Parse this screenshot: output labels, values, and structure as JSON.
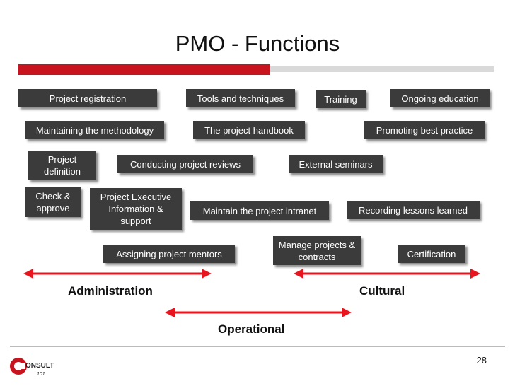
{
  "slide": {
    "title": "PMO - Functions",
    "page_number": "28"
  },
  "boxes": {
    "project_registration": "Project registration",
    "tools_and_techniques": "Tools and techniques",
    "training": "Training",
    "ongoing_education": "Ongoing education",
    "maintaining_methodology": "Maintaining the methodology",
    "project_handbook": "The project handbook",
    "promoting_best_practice": "Promoting best practice",
    "project_definition": "Project definition",
    "conducting_project_reviews": "Conducting project reviews",
    "external_seminars": "External seminars",
    "check_approve": "Check & approve",
    "project_executive_info": "Project Executive Information & support",
    "maintain_intranet": "Maintain the project intranet",
    "recording_lessons": "Recording lessons learned",
    "manage_projects_contracts": "Manage projects & contracts",
    "assigning_mentors": "Assigning project mentors",
    "certification": "Certification"
  },
  "labels": {
    "administration": "Administration",
    "cultural": "Cultural",
    "operational": "Operational"
  },
  "logo": {
    "text": "ONSULT",
    "subtext": "101"
  },
  "colors": {
    "box_bg": "#3b3b3b",
    "accent_red": "#c8141e",
    "arrow_red": "#e8141e"
  }
}
